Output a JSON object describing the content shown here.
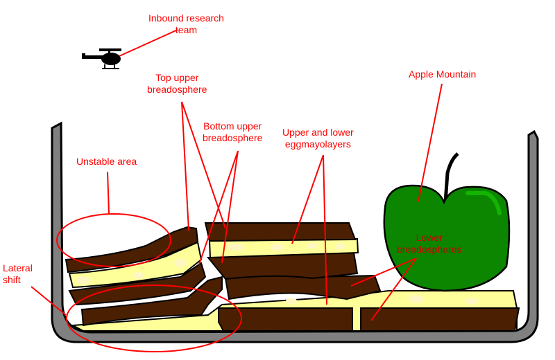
{
  "title": "Sandwich in container diagram",
  "colors": {
    "label": "#ff0000",
    "bread": "#4a1f02",
    "egg_mayo": "#ffff99",
    "egg_mayo_blob": "#fff7c2",
    "apple": "#0c8500",
    "apple_highlight": "#12b400",
    "container": "#808080",
    "outline": "#000000"
  },
  "labels": {
    "inbound": {
      "line1": "Inbound research",
      "line2": "team"
    },
    "top_upper": {
      "line1": "Top upper",
      "line2": "breadosphere"
    },
    "bottom_upper": {
      "line1": "Bottom upper",
      "line2": "breadosphere"
    },
    "eggmayo": {
      "line1": "Upper and lower",
      "line2": "eggmayolayers"
    },
    "apple": {
      "line1": "Apple Mountain"
    },
    "unstable": {
      "line1": "Unstable area"
    },
    "lateral": {
      "line1": "Lateral",
      "line2": "shift"
    },
    "lower": {
      "line1": "Lower",
      "line2": "breadospheres"
    }
  }
}
